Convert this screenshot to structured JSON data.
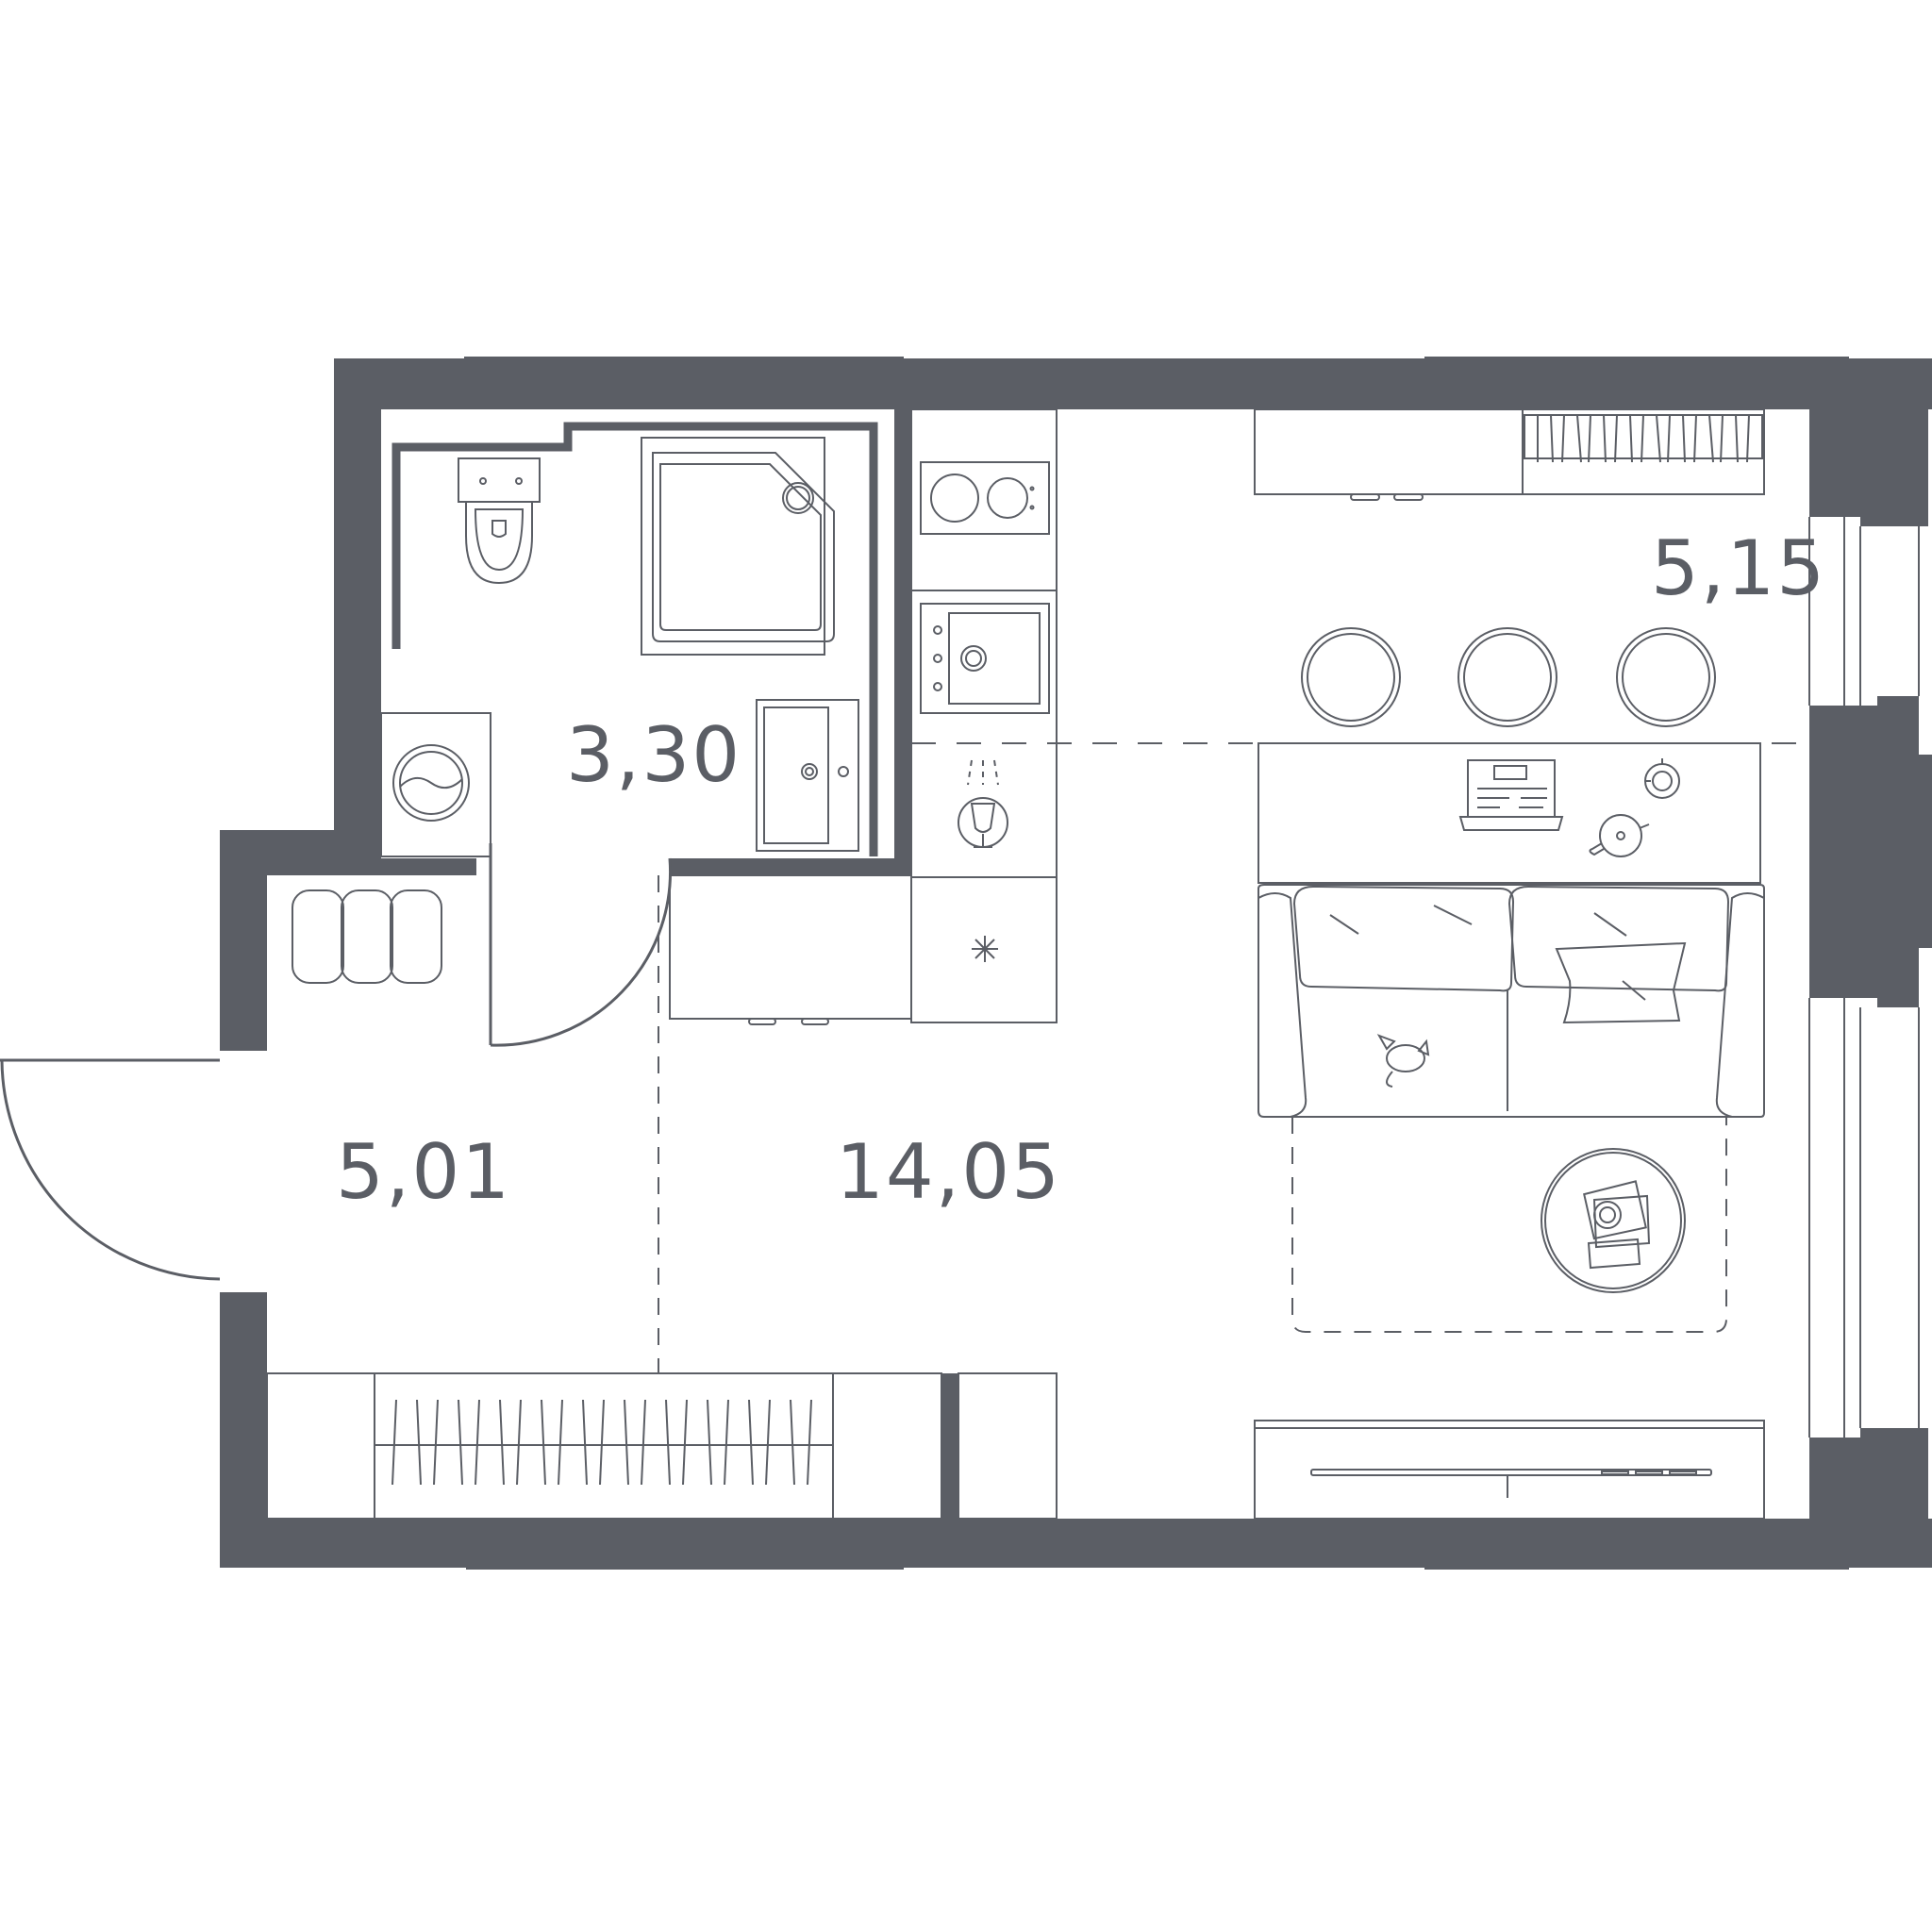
{
  "plan": {
    "colors": {
      "wall": "#5b5e65",
      "line": "#5b5e65",
      "background": "#ffffff"
    },
    "rooms": [
      {
        "id": "bathroom",
        "area": "3,30"
      },
      {
        "id": "hallway",
        "area": "5,01"
      },
      {
        "id": "living",
        "area": "14,05"
      },
      {
        "id": "kitchen",
        "area": "5,15"
      }
    ],
    "icons": [
      "toilet-icon",
      "shower-tray-icon",
      "bathroom-sink-icon",
      "washing-machine-icon",
      "hob-icon",
      "kitchen-sink-icon",
      "tap-icon",
      "fridge-icon",
      "bar-stool-icon",
      "laptop-icon",
      "teapot-icon",
      "sofa-icon",
      "cat-icon",
      "coffee-table-icon",
      "tv-icon",
      "radiator-icon",
      "wardrobe-icon",
      "pouf-icon"
    ]
  }
}
